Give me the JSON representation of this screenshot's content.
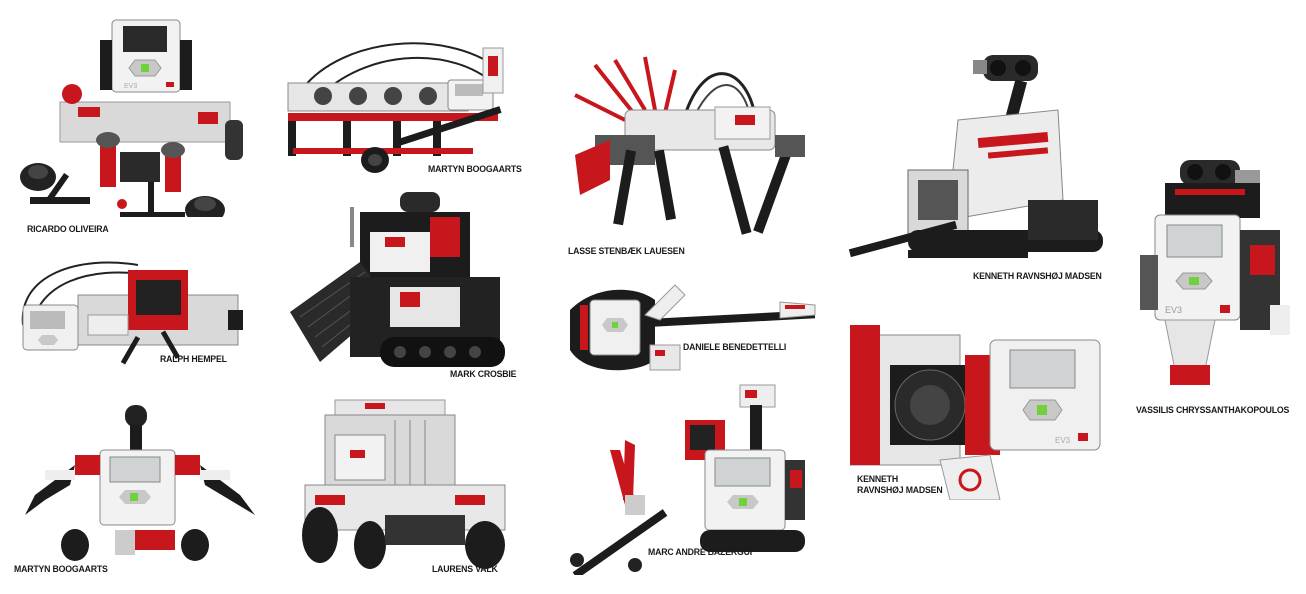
{
  "image": {
    "description": "Collage of LEGO MINDSTORMS EV3 bonus robot models with designer name captions",
    "background": "#ffffff",
    "colors": {
      "brick_red": "#c8161d",
      "brick_black": "#1c1c1c",
      "brick_white": "#f2f2f2",
      "brick_gray": "#9a9a9a",
      "screen": "#cfd3d4",
      "button_green": "#6fd23c"
    }
  },
  "robots": [
    {
      "id": "r1",
      "caption": "RICARDO OLIVEIRA"
    },
    {
      "id": "r2",
      "caption": "MARTYN BOOGAARTS"
    },
    {
      "id": "r3",
      "caption": "LASSE STENBÆK LAUESEN"
    },
    {
      "id": "r4",
      "caption": "KENNETH RAVNSHØJ MADSEN"
    },
    {
      "id": "r5",
      "caption": "RALPH HEMPEL"
    },
    {
      "id": "r6",
      "caption": "MARK CROSBIE"
    },
    {
      "id": "r7",
      "caption": "DANIELE BENEDETTELLI"
    },
    {
      "id": "r8",
      "caption": "VASSILIS CHRYSSANTHAKOPOULOS"
    },
    {
      "id": "r9",
      "caption": "KENNETH\nRAVNSHØJ MADSEN"
    },
    {
      "id": "r10",
      "caption": "MARTYN BOOGAARTS"
    },
    {
      "id": "r11",
      "caption": "LAURENS VALK"
    },
    {
      "id": "r12",
      "caption": "MARC ANDRÉ BAZERGUI"
    }
  ],
  "brick_label": "EV3"
}
